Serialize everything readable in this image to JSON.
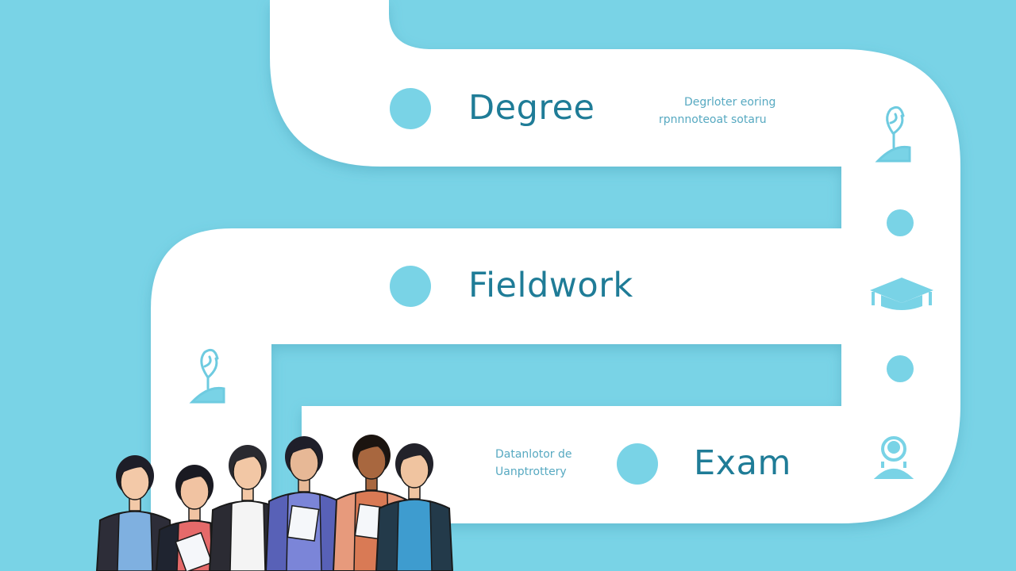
{
  "roadmap": {
    "stages": [
      {
        "label": "Degree",
        "note_lines": [
          "Degrloter eoring",
          "rpnnnoteoat sotaru"
        ]
      },
      {
        "label": "Fieldwork",
        "note_lines": []
      },
      {
        "label": "Exam",
        "note_lines": [
          "Datanlotor de",
          "Uanptrottery"
        ]
      }
    ],
    "side_icons": [
      "plant-pot-icon",
      "graduation-cap-icon",
      "person-badge-icon",
      "plant-pot-icon"
    ]
  },
  "colors": {
    "background": "#79d3e6",
    "road": "#ffffff",
    "road_shadow": "#5fb3c8",
    "dot": "#79d3e6",
    "label": "#1f7c97",
    "note": "#57a9c1"
  },
  "illustration": {
    "name": "students-group",
    "people": [
      {
        "skin": "#f3c9a8",
        "hair": "#1e1e28",
        "top": "#7fb0e0",
        "jacket": "#2d2d38"
      },
      {
        "skin": "#f1c3a2",
        "hair": "#1a1a22",
        "top": "#e56a6a",
        "jacket": "#1f2430"
      },
      {
        "skin": "#f2c7a5",
        "hair": "#2a2a30",
        "top": "#f4f4f4",
        "jacket": "#2b2b33"
      },
      {
        "skin": "#e7b896",
        "hair": "#1f1f2a",
        "top": "#7b85d8",
        "jacket": "#5861b7"
      },
      {
        "skin": "#a8673f",
        "hair": "#1b1410",
        "top": "#d97a55",
        "jacket": "#e79a7c"
      },
      {
        "skin": "#f0c4a0",
        "hair": "#22222a",
        "top": "#3e9ccf",
        "jacket": "#233a4a"
      }
    ]
  }
}
